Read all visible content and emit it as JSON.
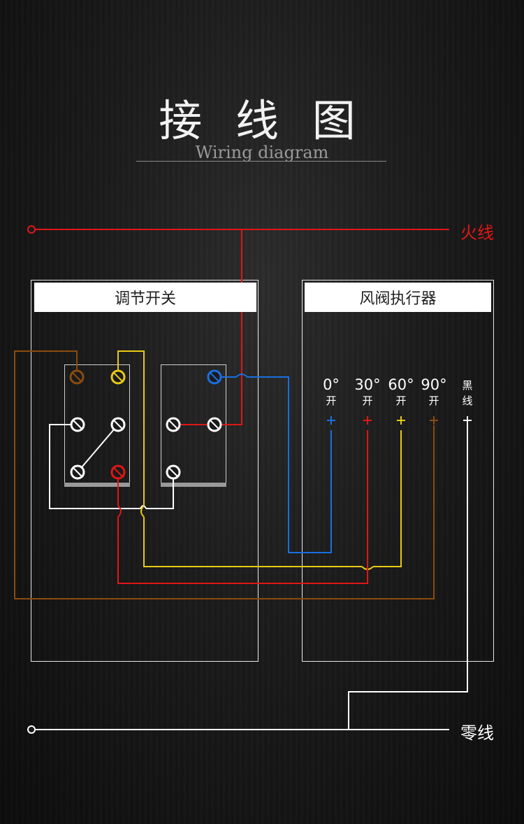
{
  "title": "接 线 图",
  "subtitle": "Wiring diagram",
  "live_wire_label": "火线",
  "neutral_wire_label": "零线",
  "switch_box": {
    "title": "调节开关"
  },
  "actuator_box": {
    "title": "风阀执行器",
    "terminals": [
      {
        "angle": "0°",
        "text": "开",
        "color": "#1a6fe0"
      },
      {
        "angle": "30°",
        "text": "开",
        "color": "#e01616"
      },
      {
        "angle": "60°",
        "text": "开",
        "color": "#e8c914"
      },
      {
        "angle": "90°",
        "text": "开",
        "color": "#8a4c10"
      },
      {
        "angle": "黑",
        "text": "线",
        "color": "#ffffff"
      }
    ]
  },
  "colors": {
    "live": "#e01616",
    "neutral": "#ffffff",
    "blue": "#1a6fe0",
    "red": "#e01616",
    "yellow": "#e8c914",
    "brown": "#8a4c10"
  }
}
